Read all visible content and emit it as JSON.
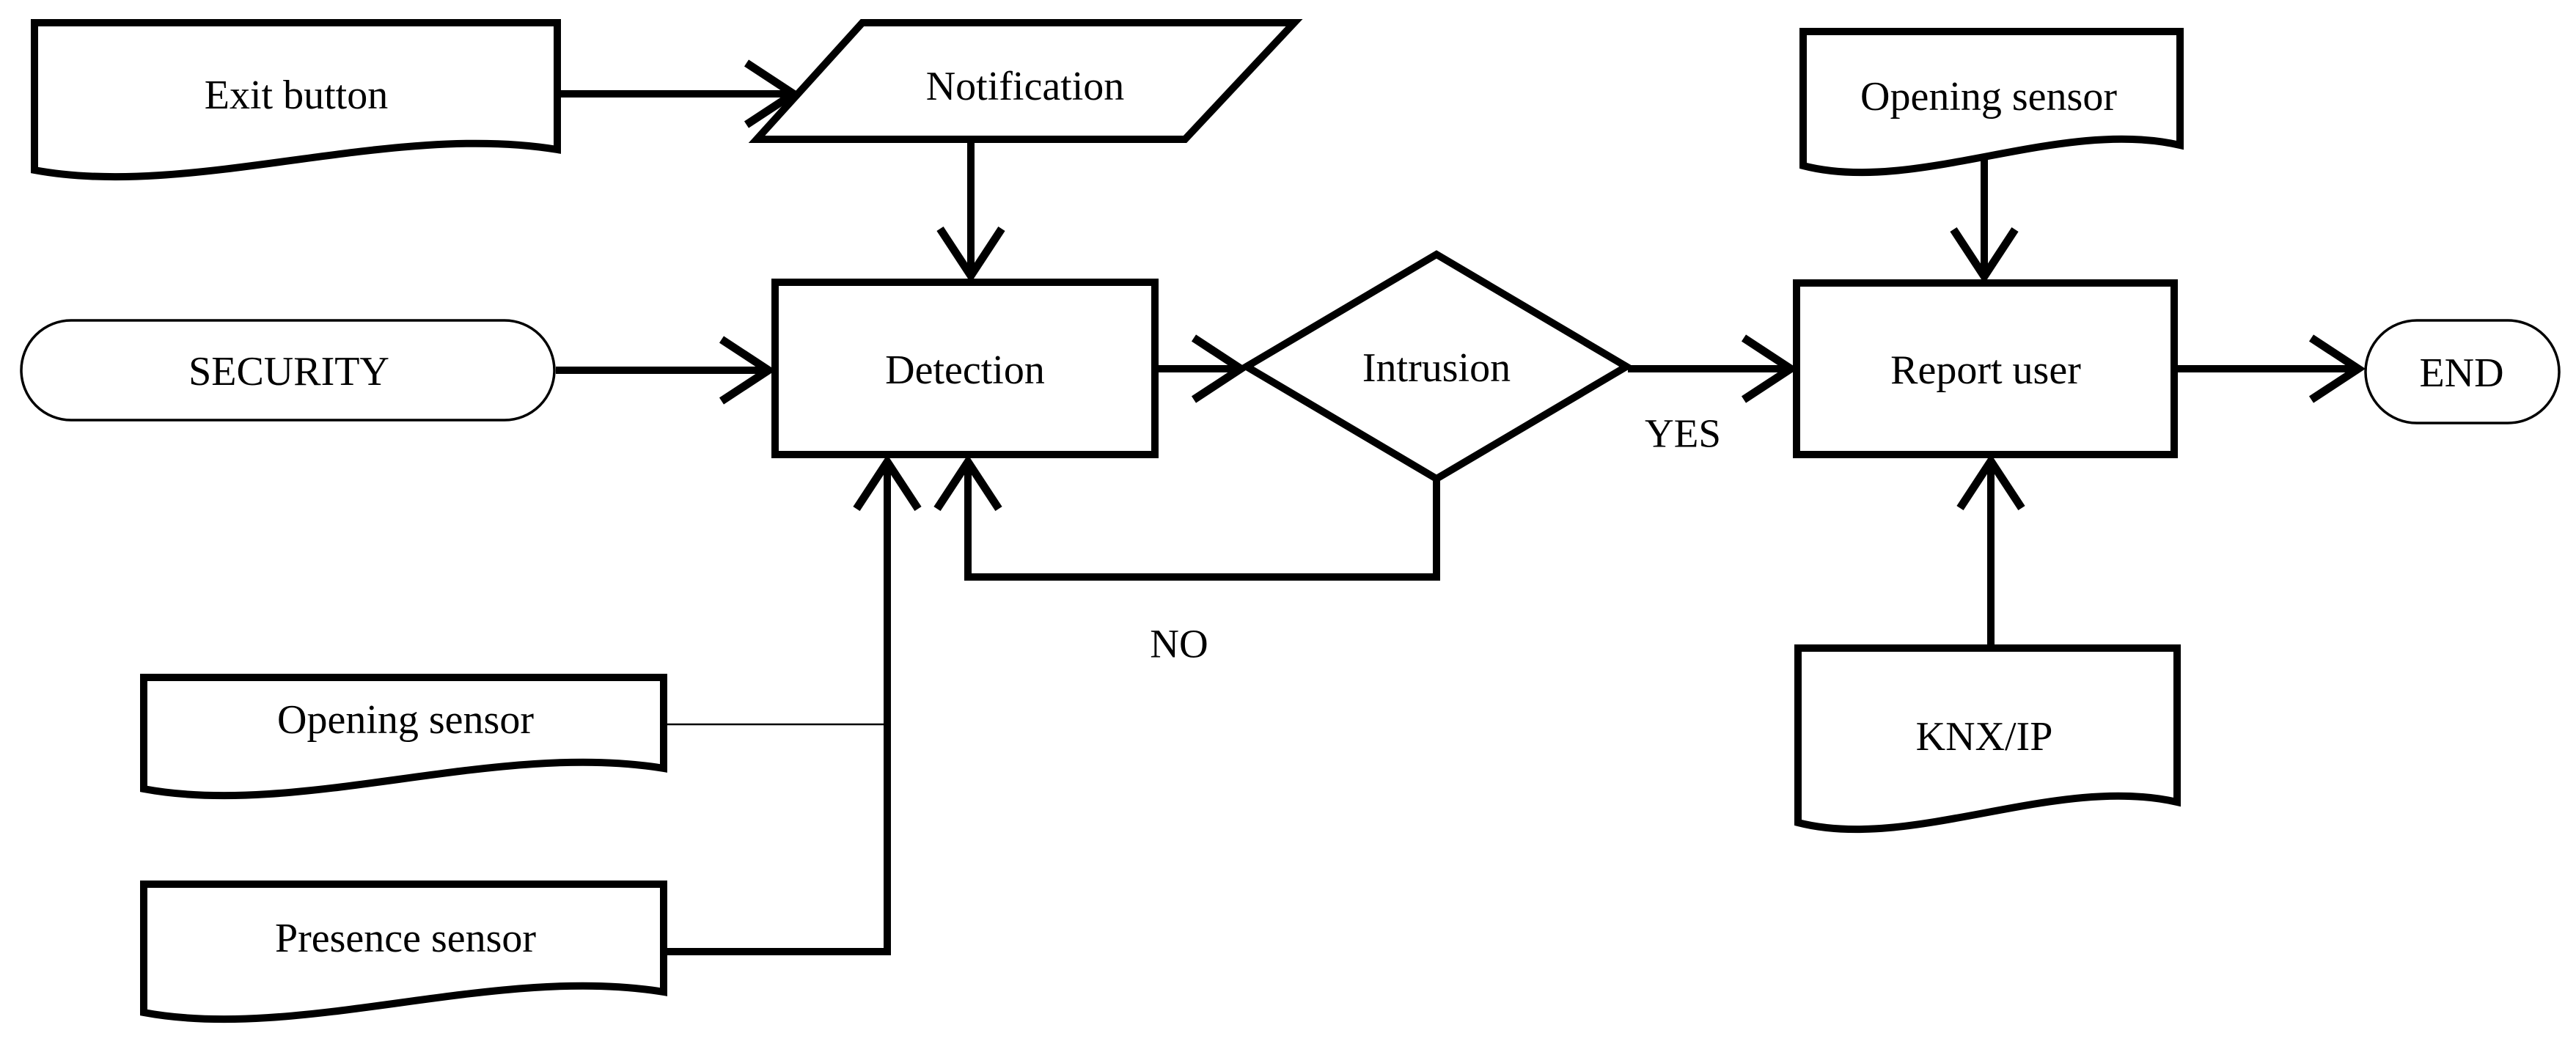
{
  "diagram": {
    "type": "flowchart",
    "background_color": "#ffffff",
    "line_color": "#000000",
    "nodes": {
      "exit_button": {
        "label": "Exit button",
        "shape": "document"
      },
      "notification": {
        "label": "Notification",
        "shape": "input-output-parallelogram"
      },
      "security": {
        "label": "SECURITY",
        "shape": "terminator"
      },
      "detection": {
        "label": "Detection",
        "shape": "process"
      },
      "intrusion": {
        "label": "Intrusion",
        "shape": "decision"
      },
      "opening_sensor_top": {
        "label": "Opening sensor",
        "shape": "document"
      },
      "report_user": {
        "label": "Report user",
        "shape": "process"
      },
      "end": {
        "label": "END",
        "shape": "terminator"
      },
      "knx_ip": {
        "label": "KNX/IP",
        "shape": "document"
      },
      "opening_sensor_bottom": {
        "label": "Opening sensor",
        "shape": "document"
      },
      "presence_sensor": {
        "label": "Presence sensor",
        "shape": "document"
      }
    },
    "edge_labels": {
      "yes": "YES",
      "no": "NO"
    },
    "edges": [
      {
        "from": "exit_button",
        "to": "notification"
      },
      {
        "from": "notification",
        "to": "detection"
      },
      {
        "from": "security",
        "to": "detection"
      },
      {
        "from": "detection",
        "to": "intrusion"
      },
      {
        "from": "intrusion",
        "to": "report_user",
        "label": "YES"
      },
      {
        "from": "intrusion",
        "to": "detection",
        "label": "NO"
      },
      {
        "from": "opening_sensor_bottom",
        "to": "detection"
      },
      {
        "from": "presence_sensor",
        "to": "detection"
      },
      {
        "from": "opening_sensor_top",
        "to": "report_user"
      },
      {
        "from": "knx_ip",
        "to": "report_user"
      },
      {
        "from": "report_user",
        "to": "end"
      }
    ]
  }
}
